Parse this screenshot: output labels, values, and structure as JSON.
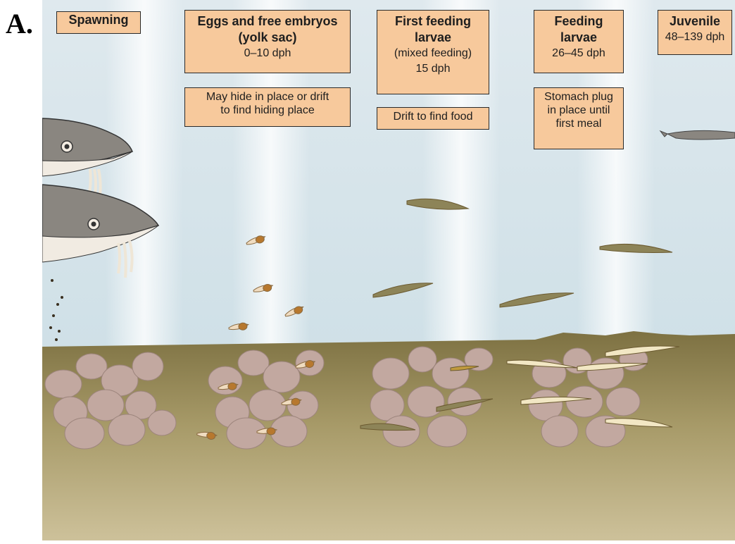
{
  "panel_letter": "A.",
  "stages": [
    {
      "title": "Spawning",
      "subtitle": "",
      "dph": "",
      "note": ""
    },
    {
      "title": "Eggs and free embryos",
      "subtitle": "(yolk sac)",
      "dph": "0–10 dph",
      "note_lines": [
        "May hide in place or drift",
        "to find hiding place"
      ]
    },
    {
      "title_lines": [
        "First feeding",
        "larvae"
      ],
      "subtitle": "(mixed feeding)",
      "dph": "15 dph",
      "note_lines": [
        "Drift to find food"
      ]
    },
    {
      "title_lines": [
        "Feeding",
        "larvae"
      ],
      "dph": "26–45 dph",
      "note_lines": [
        "Stomach plug",
        "in place until",
        "first meal"
      ]
    },
    {
      "title": "Juvenile",
      "dph": "48–139 dph"
    }
  ],
  "colors": {
    "label_fill": "#f7c99c",
    "water_top": "#e6eef2",
    "water_bottom": "#c7dbe3",
    "sediment": "#8b7e4c",
    "rock": "#c2a8a0",
    "fish": "#8a8680"
  }
}
